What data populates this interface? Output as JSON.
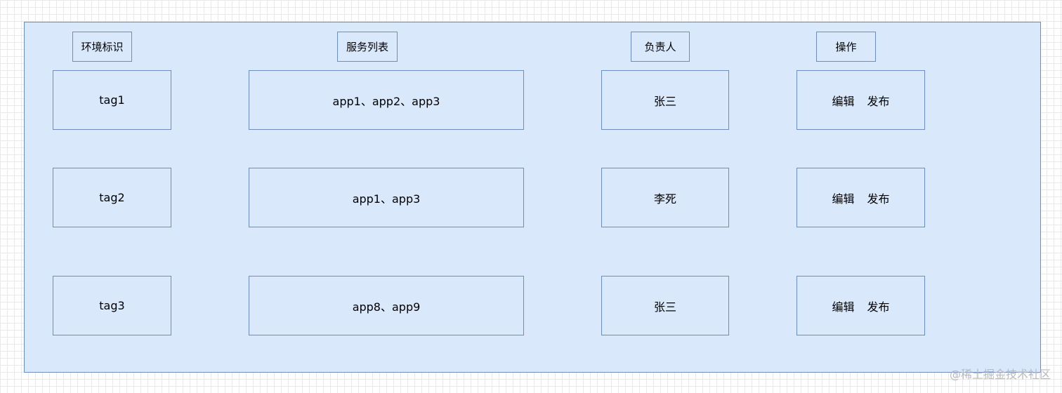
{
  "headers": {
    "env_tag": "环境标识",
    "service_list": "服务列表",
    "owner": "负责人",
    "actions": "操作"
  },
  "rows": [
    {
      "tag": "tag1",
      "services": "app1、app2、app3",
      "owner": "张三",
      "edit": "编辑",
      "publish": "发布"
    },
    {
      "tag": "tag2",
      "services": "app1、app3",
      "owner": "李死",
      "edit": "编辑",
      "publish": "发布"
    },
    {
      "tag": "tag3",
      "services": "app8、app9",
      "owner": "张三",
      "edit": "编辑",
      "publish": "发布"
    }
  ],
  "watermark": "@稀土掘金技术社区",
  "colors": {
    "fill": "#dae8fc",
    "stroke": "#6c8ebf"
  }
}
